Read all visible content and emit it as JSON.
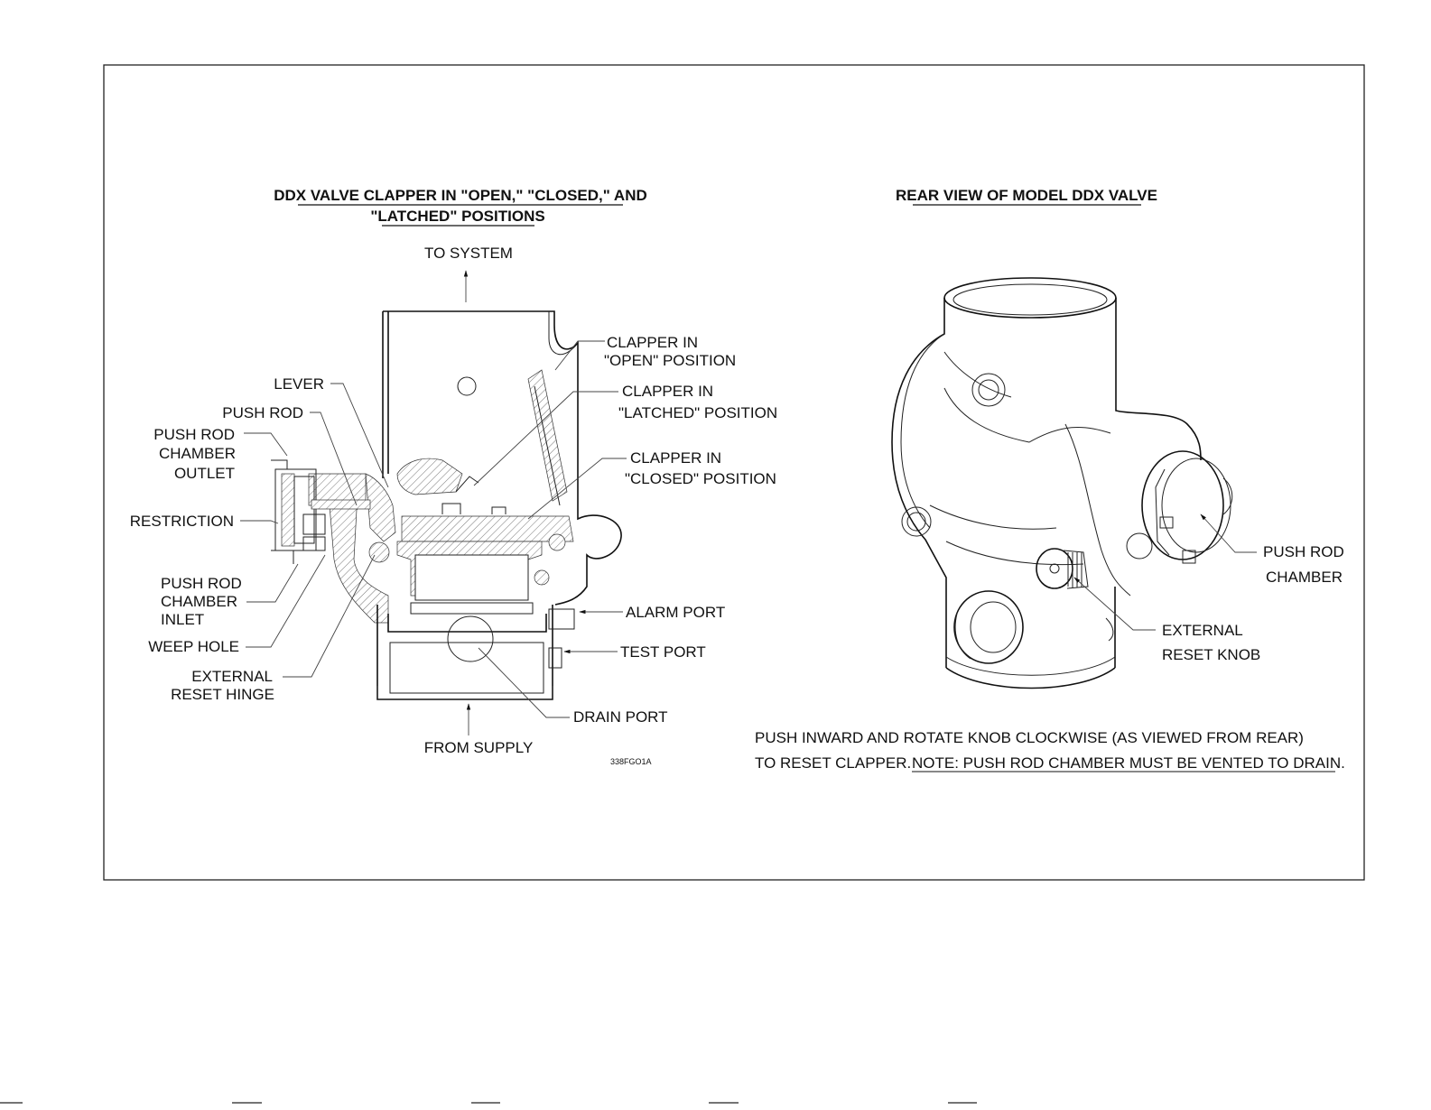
{
  "left_panel": {
    "title_line1": "DDX VALVE CLAPPER IN \"OPEN,\" \"CLOSED,\" AND",
    "title_line2": "\"LATCHED\" POSITIONS",
    "to_system": "TO SYSTEM",
    "from_supply": "FROM SUPPLY",
    "drawing_code": "338FGO1A",
    "labels": {
      "lever": "LEVER",
      "push_rod": "PUSH ROD",
      "push_rod_chamber_outlet_1": "PUSH ROD",
      "push_rod_chamber_outlet_2": "CHAMBER",
      "push_rod_chamber_outlet_3": "OUTLET",
      "restriction": "RESTRICTION",
      "push_rod_chamber_inlet_1": "PUSH ROD",
      "push_rod_chamber_inlet_2": "CHAMBER",
      "push_rod_chamber_inlet_3": "INLET",
      "weep_hole": "WEEP HOLE",
      "external_reset_hinge_1": "EXTERNAL",
      "external_reset_hinge_2": "RESET HINGE",
      "clapper_open_1": "CLAPPER IN",
      "clapper_open_2": "\"OPEN\" POSITION",
      "clapper_latched_1": "CLAPPER IN",
      "clapper_latched_2": "\"LATCHED\" POSITION",
      "clapper_closed_1": "CLAPPER IN",
      "clapper_closed_2": "\"CLOSED\" POSITION",
      "alarm_port": "ALARM PORT",
      "test_port": "TEST PORT",
      "drain_port": "DRAIN PORT"
    }
  },
  "right_panel": {
    "title": "REAR VIEW OF MODEL DDX VALVE",
    "labels": {
      "push_rod_chamber_1": "PUSH ROD",
      "push_rod_chamber_2": "CHAMBER",
      "external_reset_knob_1": "EXTERNAL",
      "external_reset_knob_2": "RESET KNOB"
    },
    "instruction_line1": "PUSH INWARD AND ROTATE KNOB CLOCKWISE (AS VIEWED FROM REAR)",
    "instruction_line2": "TO RESET CLAPPER.",
    "instruction_note": "NOTE: PUSH ROD CHAMBER MUST BE VENTED TO DRAIN."
  }
}
